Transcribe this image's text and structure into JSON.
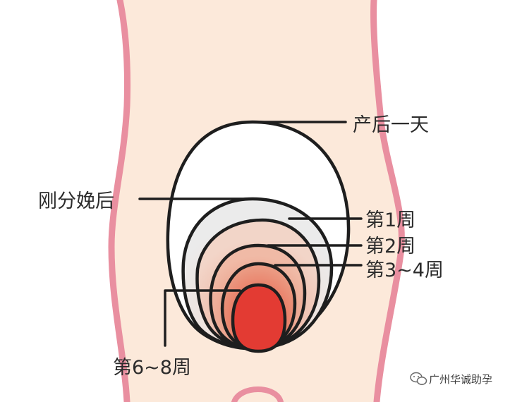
{
  "labels": {
    "day_after": "产后一天",
    "just_delivered": "刚分娩后",
    "week1": "第1周",
    "week2": "第2周",
    "week3_4": "第3~4周",
    "week6_8": "第6~8周"
  },
  "watermark": {
    "text": "广州华诚助孕",
    "icon": "wechat-icon"
  },
  "colors": {
    "skin": "#fce9da",
    "body_outline": "#e98fa0",
    "line": "#1e1e1e",
    "uterus_day1": "#ffffff",
    "uterus_fresh": "#ececec",
    "week1": "#efc9ba",
    "week2": "#ecad98",
    "week3_4": "#e9866e",
    "week6_8": "#e33b33"
  }
}
